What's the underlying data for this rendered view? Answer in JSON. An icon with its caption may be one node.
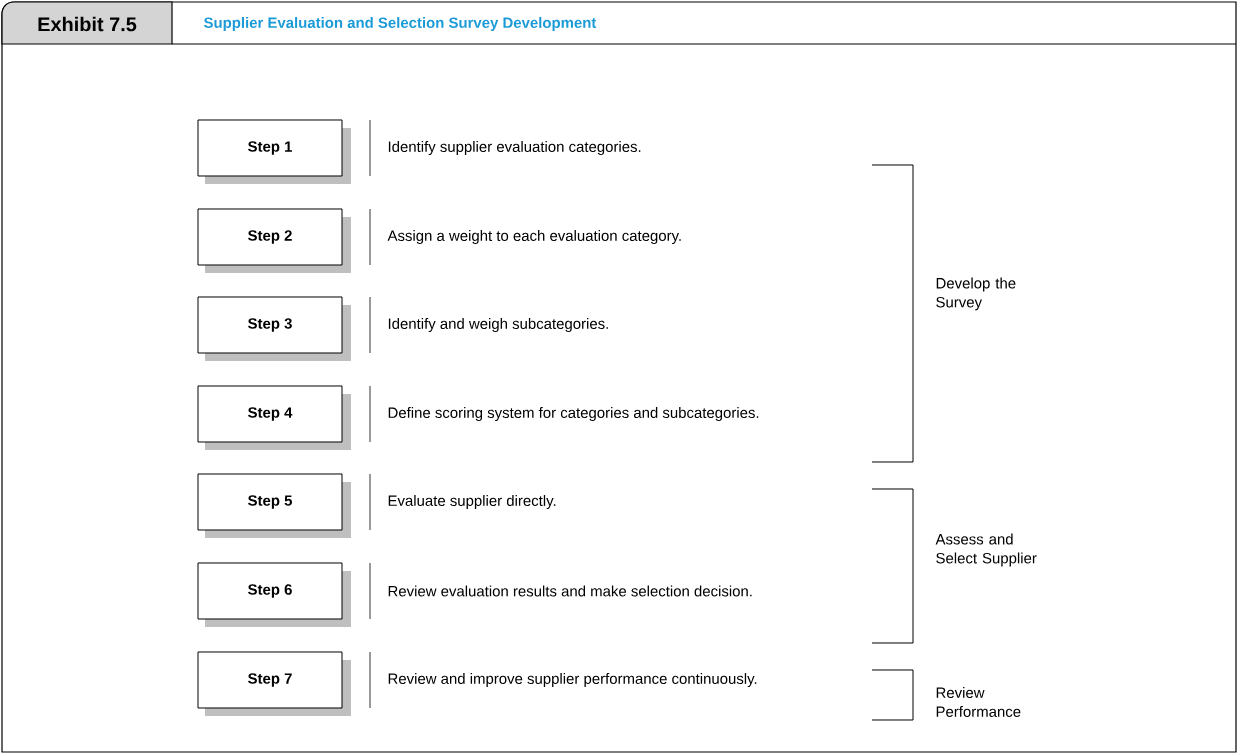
{
  "diagram": {
    "title": "Supplier Evaluation and Selection Survey Development",
    "nodes": [
      {
        "text": [
          "Step 1"
        ],
        "beside": [
          "Identify supplier evaluation categories."
        ]
      },
      {
        "text": [
          "Step 2"
        ],
        "beside": [
          "Assign a weight to each evaluation category."
        ]
      },
      {
        "text": [
          "Step 3"
        ],
        "beside": [
          "Identify and weigh subcategories."
        ]
      },
      {
        "text": [
          "Step 4"
        ],
        "beside": [
          "Define scoring system for categories and subcategories."
        ]
      },
      {
        "text": [
          "Step 5"
        ],
        "beside": [
          "Evaluate supplier directly."
        ]
      },
      {
        "text": [
          "Step 6"
        ],
        "beside": [
          "Review evaluation results and make selection decision."
        ]
      },
      {
        "text": [
          "Step 7"
        ],
        "beside": [
          "Review and improve supplier performance continuously."
        ]
      }
    ],
    "labels": [
      "Exhibit 7.5",
      "Develop the Survey",
      "Assess and Select Supplier",
      "Review Performance"
    ]
  }
}
